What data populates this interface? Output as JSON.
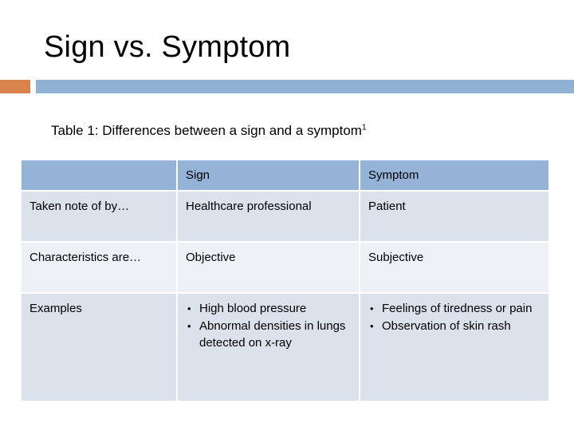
{
  "slide": {
    "title": "Sign vs. Symptom",
    "accent_color": "#d9824c",
    "rule_color": "#8fb2d4"
  },
  "table": {
    "caption": "Table 1: Differences between a sign and a symptom",
    "caption_superscript": "1",
    "header_bg": "#95b3d7",
    "row_shade_bg": "#dbe2ec",
    "row_light_bg": "#edf1f6",
    "columns": [
      "",
      "Sign",
      "Symptom"
    ],
    "rows": [
      {
        "label": "Taken note of by…",
        "sign": "Healthcare professional",
        "symptom": "Patient"
      },
      {
        "label": "Characteristics are…",
        "sign": "Objective",
        "symptom": "Subjective"
      },
      {
        "label": "Examples",
        "sign_bullets": [
          "High blood pressure",
          "Abnormal densities in lungs detected on x-ray"
        ],
        "symptom_bullets": [
          "Feelings of tiredness or pain",
          "Observation of skin rash"
        ]
      }
    ]
  }
}
